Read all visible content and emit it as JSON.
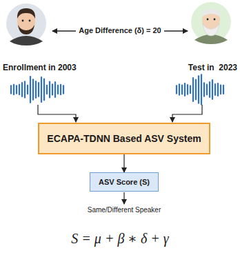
{
  "diagram": {
    "nodes": [
      {
        "text": [
          "ECAPA-TDNN Based ASV System"
        ]
      },
      {
        "text": [
          "ASV Score (S)"
        ]
      }
    ],
    "edges": [
      {
        "from": 0,
        "to": 1,
        "arrow": "to"
      }
    ],
    "labels": [
      "Age Difference (δ) = 20",
      "Enrollment in 2003",
      "Test in  2023",
      "Same/Different Speaker",
      "S = μ + β ∗ δ + γ"
    ]
  }
}
